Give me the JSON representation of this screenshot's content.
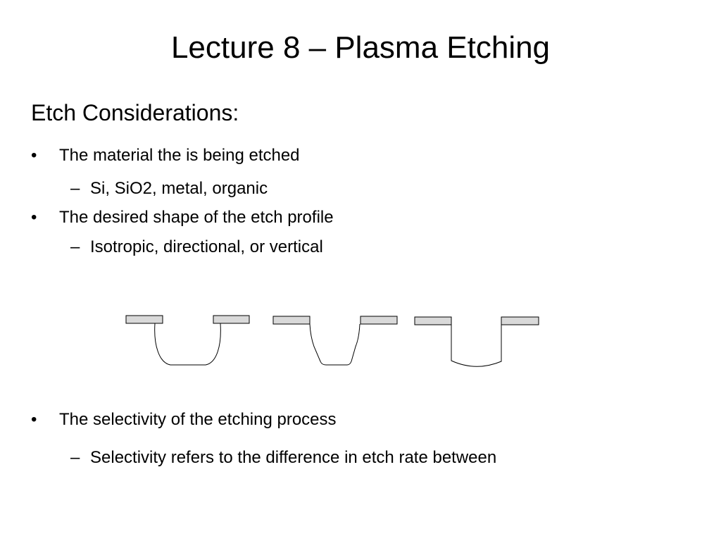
{
  "slide": {
    "title": "Lecture 8 – Plasma Etching",
    "subtitle": "Etch Considerations:",
    "bullet_glyph": "•",
    "sub_bullet_glyph": "–",
    "items": [
      {
        "level": 1,
        "text": "The material the is being etched"
      },
      {
        "level": 2,
        "text": "Si, SiO2, metal, organic"
      },
      {
        "level": 1,
        "text": "The desired shape of the etch profile"
      },
      {
        "level": 2,
        "text": "Isotropic, directional, or vertical"
      },
      {
        "level": 1,
        "text": "The selectivity of the etching process"
      },
      {
        "level": 2,
        "text": "Selectivity refers to the difference in etch rate between"
      }
    ]
  },
  "diagram": {
    "profiles": [
      "isotropic",
      "directional",
      "vertical"
    ],
    "mask_color": "#d9d9d9",
    "line_color": "#000000"
  }
}
